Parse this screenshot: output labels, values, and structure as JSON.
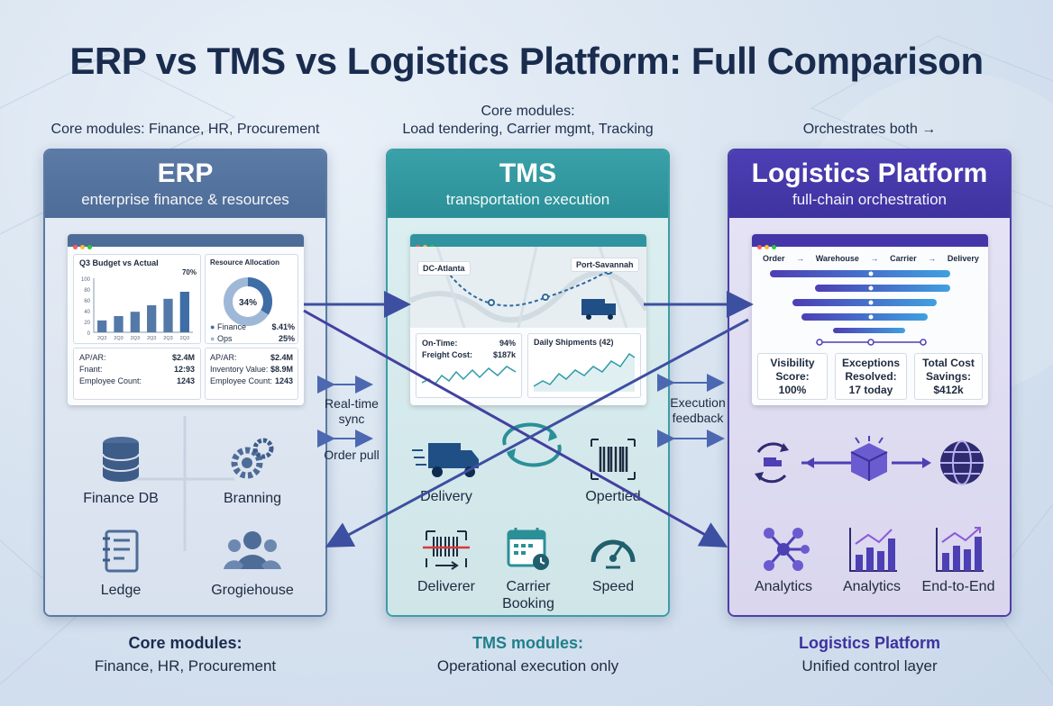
{
  "title": "ERP vs TMS vs Logistics Platform: Full Comparison",
  "top_notes": {
    "erp": "Core modules: Finance, HR, Procurement",
    "tms_line1": "Core modules:",
    "tms_line2": "Load tendering, Carrier mgmt, Tracking",
    "lp": "Orchestrates both →"
  },
  "colors": {
    "erp": "#5b7aa6",
    "tms": "#3aa1a8",
    "lp": "#4d3fb4",
    "title": "#1a2c4e"
  },
  "erp": {
    "name": "ERP",
    "subtitle": "enterprise finance & resources",
    "chart_title": "Q3 Budget vs Actual",
    "chart_peak": "70%",
    "y_ticks": [
      "100",
      "80",
      "60",
      "40",
      "20",
      "0"
    ],
    "x_ticks": [
      "2Q3",
      "2Q3",
      "2Q3",
      "2Q3",
      "2Q3",
      "2Q3"
    ],
    "bars": [
      0.22,
      0.3,
      0.38,
      0.5,
      0.62,
      0.75
    ],
    "resource_title": "Resource Allocation",
    "donut_value": "34%",
    "donut_fraction": 0.34,
    "legend": [
      {
        "label": "Finance",
        "value": "$.41%"
      },
      {
        "label": "Ops",
        "value": "25%"
      }
    ],
    "card_left": [
      {
        "label": "AP/AR:",
        "value": "$2.4M"
      },
      {
        "label": "Fnant:",
        "value": "12:93"
      },
      {
        "label": "Employee Count:",
        "value": "1243"
      }
    ],
    "card_right": [
      {
        "label": "AP/AR:",
        "value": "$2.4M"
      },
      {
        "label": "Inventory Value:",
        "value": "$8.9M"
      },
      {
        "label": "Employee Count:",
        "value": "1243"
      }
    ],
    "icons": [
      {
        "icon": "database-icon",
        "label": "Finance DB"
      },
      {
        "icon": "gears-icon",
        "label": "Branning"
      },
      {
        "icon": "ledger-icon",
        "label": "Ledge"
      },
      {
        "icon": "people-icon",
        "label": "Grogiehouse"
      }
    ]
  },
  "tms": {
    "name": "TMS",
    "subtitle": "transportation execution",
    "map_from": "DC-Atlanta",
    "map_to": "Port-Savannah",
    "ontime_label": "On-Time:",
    "ontime_value": "94%",
    "freight_label": "Freight Cost:",
    "freight_value": "$187k",
    "shipments_title": "Daily Shipments (42)",
    "icons": [
      {
        "icon": "truck-icon",
        "label": "Delivery"
      },
      {
        "icon": "barcode-icon",
        "label": "Opertied"
      },
      {
        "icon": "scanner-icon",
        "label": "Deliverer"
      },
      {
        "icon": "calendar-icon",
        "label": "Carrier Booking"
      },
      {
        "icon": "speedometer-icon",
        "label": "Speed"
      }
    ]
  },
  "lp": {
    "name": "Logistics Platform",
    "subtitle": "full-chain orchestration",
    "flow": [
      "Order",
      "Warehouse",
      "Carrier",
      "Delivery"
    ],
    "kpis": [
      {
        "label": "Visibility Score:",
        "value": "100%"
      },
      {
        "label": "Exceptions Resolved:",
        "value": "17 today"
      },
      {
        "label": "Total Cost Savings:",
        "value": "$412k"
      }
    ],
    "icons": [
      {
        "icon": "cycle-icon",
        "label": ""
      },
      {
        "icon": "package-icon",
        "label": ""
      },
      {
        "icon": "globe-icon",
        "label": ""
      },
      {
        "icon": "network-icon",
        "label": "Analytics"
      },
      {
        "icon": "bar-chart-icon",
        "label": "Analytics"
      },
      {
        "icon": "growth-chart-icon",
        "label": "End-to-End"
      }
    ]
  },
  "connectors": {
    "realtime_1": "Real-time",
    "realtime_2": "sync",
    "order_pull": "Order pull",
    "exec_1": "Execution",
    "exec_2": "feedback"
  },
  "bottom": {
    "erp_head": "Core modules:",
    "erp_sub": "Finance, HR, Procurement",
    "tms_head": "TMS modules:",
    "tms_sub": "Operational execution only",
    "lp_head": "Logistics Platform",
    "lp_sub": "Unified control layer"
  }
}
